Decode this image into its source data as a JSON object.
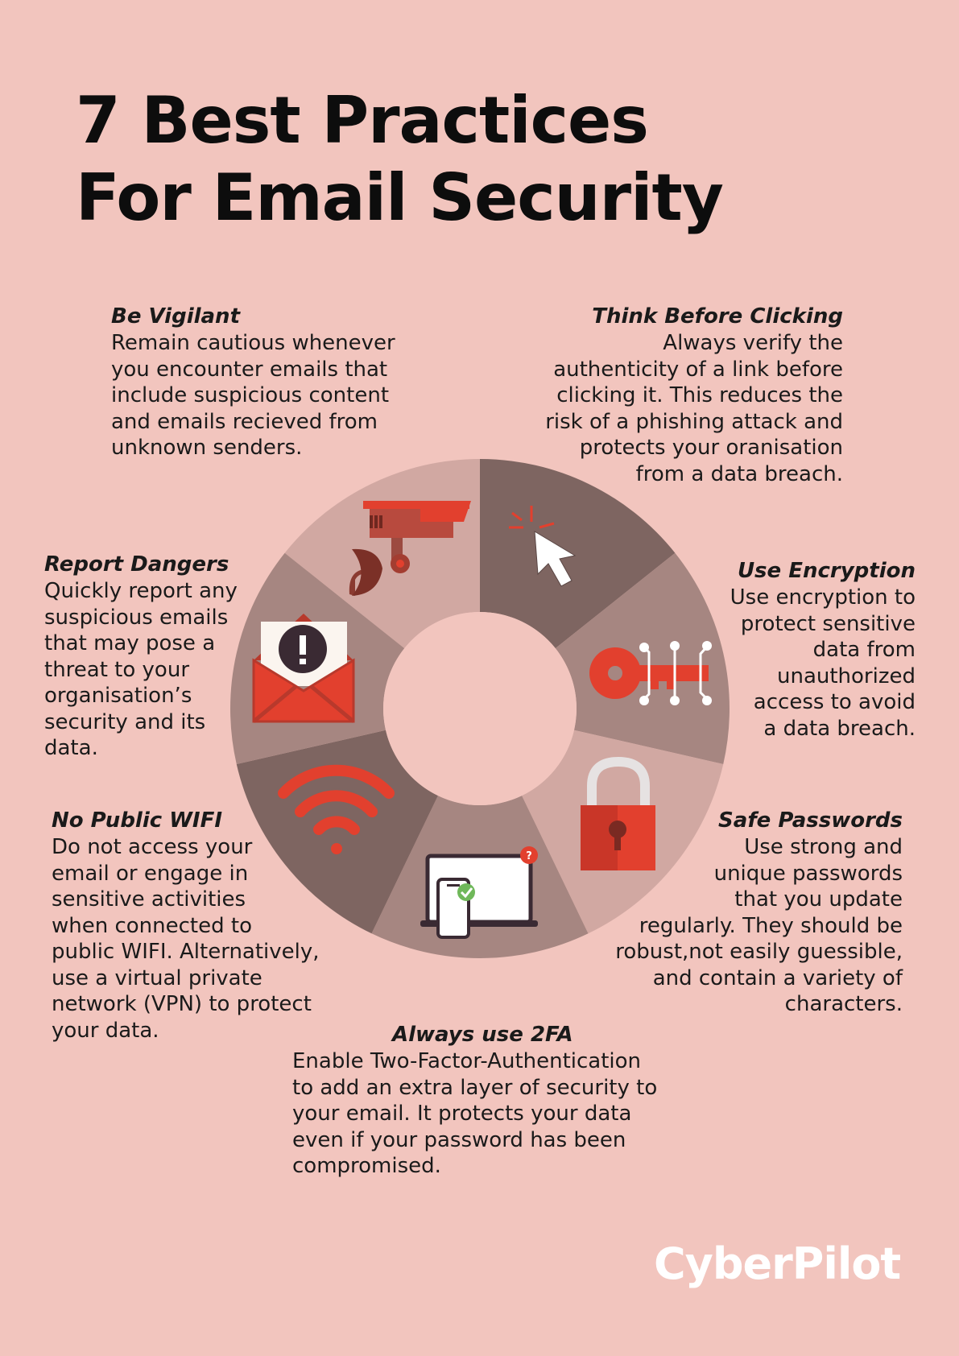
{
  "title": {
    "line1": "7 Best Practices",
    "line2": "For Email Security"
  },
  "practices": {
    "vigilant": {
      "heading": "Be Vigilant",
      "lines": [
        "Remain cautious whenever",
        "you encounter emails that",
        "include suspicious content",
        "and emails recieved from",
        "unknown senders."
      ]
    },
    "think": {
      "heading": "Think Before Clicking",
      "lines": [
        "Always verify the",
        "authenticity of a link before",
        "clicking it. This reduces the",
        "risk of a phishing attack and",
        "protects your oranisation",
        "from a data breach."
      ]
    },
    "encryption": {
      "heading": "Use Encryption",
      "lines": [
        "Use encryption to",
        "protect sensitive",
        "data from",
        "unauthorized",
        "access to avoid",
        "a data breach."
      ]
    },
    "passwords": {
      "heading": "Safe Passwords",
      "lines": [
        "Use strong and",
        "unique passwords",
        "that you update",
        "regularly. They should be",
        "robust,not easily guessible,",
        "and contain a variety of",
        "characters."
      ]
    },
    "twofa": {
      "heading": "Always use 2FA",
      "lines": [
        "Enable Two-Factor-Authentication",
        "to add an extra layer of security to",
        "your email. It protects your data",
        "even if your password has been",
        "compromised."
      ]
    },
    "wifi": {
      "heading": "No Public WIFI",
      "lines": [
        "Do not access your",
        "email or engage in",
        "sensitive activities",
        "when connected to",
        "public WIFI. Alternatively,",
        "use a virtual private",
        "network (VPN) to protect",
        "your data."
      ]
    },
    "report": {
      "heading": "Report Dangers",
      "lines": [
        "Quickly report any",
        "suspicious emails",
        "that may pose a",
        "threat to your",
        "organisation’s",
        "security and its",
        "data."
      ]
    }
  },
  "wheel": {
    "icons": [
      "security-camera-icon",
      "cursor-click-icon",
      "key-icon",
      "padlock-icon",
      "laptop-phone-icon",
      "wifi-icon",
      "warning-envelope-icon"
    ],
    "colors": {
      "background": "#f2c5be",
      "segment_light": "#d1a8a2",
      "segment_mid": "#a68681",
      "segment_dark": "#7e6561",
      "accent_red": "#e2402e"
    }
  },
  "brand": "CyberPilot"
}
